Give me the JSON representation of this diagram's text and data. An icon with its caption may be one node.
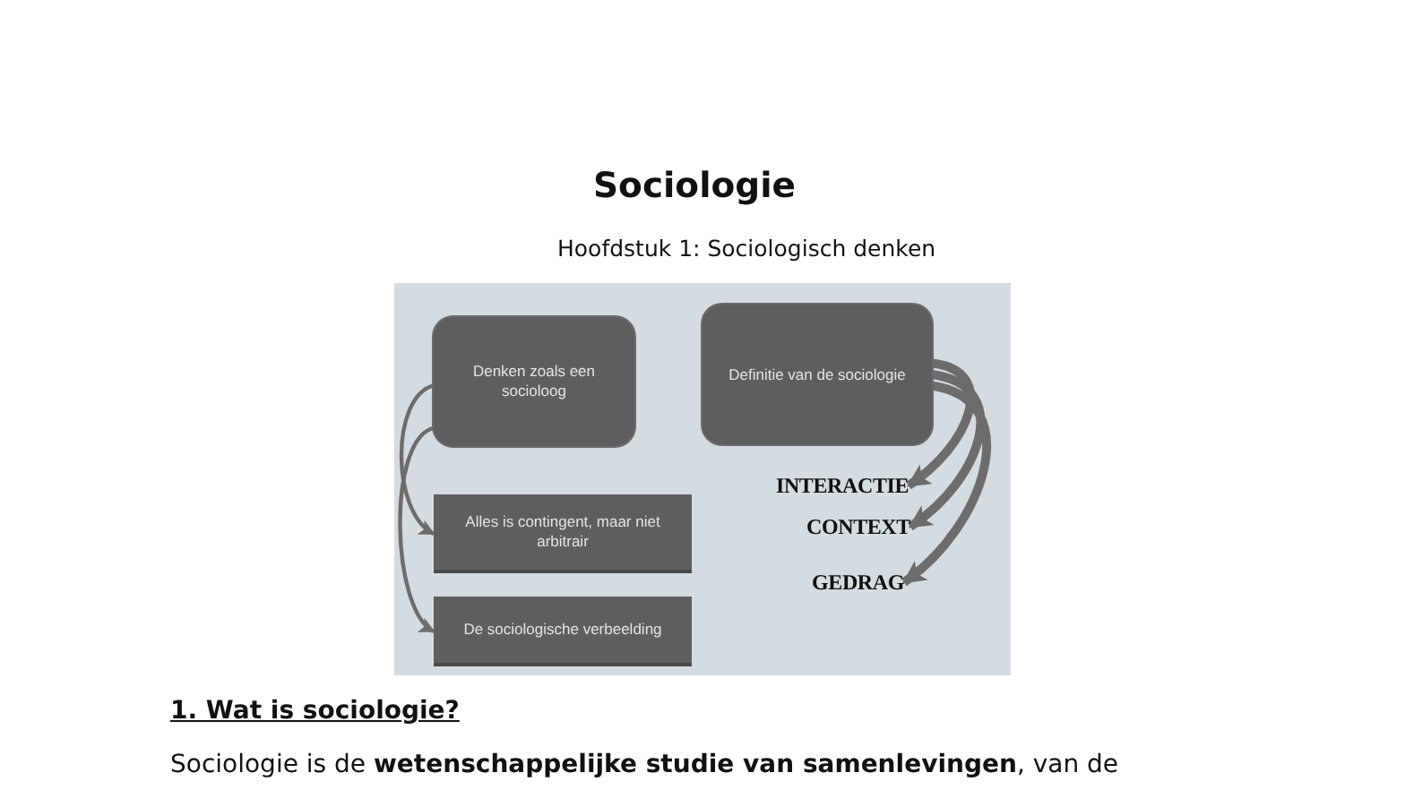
{
  "diagram": {
    "title": "Sociologie",
    "nodes": [
      {
        "text": [
          "Denken zoals een socioloog"
        ]
      },
      {
        "text": [
          "Definitie van de sociologie"
        ]
      },
      {
        "text": [
          "Alles is contingent, maar niet arbitrair"
        ]
      },
      {
        "text": [
          "De sociologische verbeelding"
        ]
      },
      {
        "text": [
          "INTERACTIE"
        ]
      },
      {
        "text": [
          "CONTEXT"
        ]
      },
      {
        "text": [
          "GEDRAG"
        ]
      }
    ],
    "edges": [
      {
        "from": 0,
        "to": 2,
        "arrow": "to"
      },
      {
        "from": 0,
        "to": 3,
        "arrow": "to"
      },
      {
        "from": 1,
        "to": 4,
        "arrow": "to"
      },
      {
        "from": 1,
        "to": 5,
        "arrow": "to"
      },
      {
        "from": 1,
        "to": 6,
        "arrow": "to"
      }
    ],
    "labels": [
      "Hoofdstuk 1: Sociologisch denken",
      "1. Wat is sociologie?",
      "Sociologie is de **wetenschappelijke studie van samenlevingen**, van de"
    ]
  }
}
